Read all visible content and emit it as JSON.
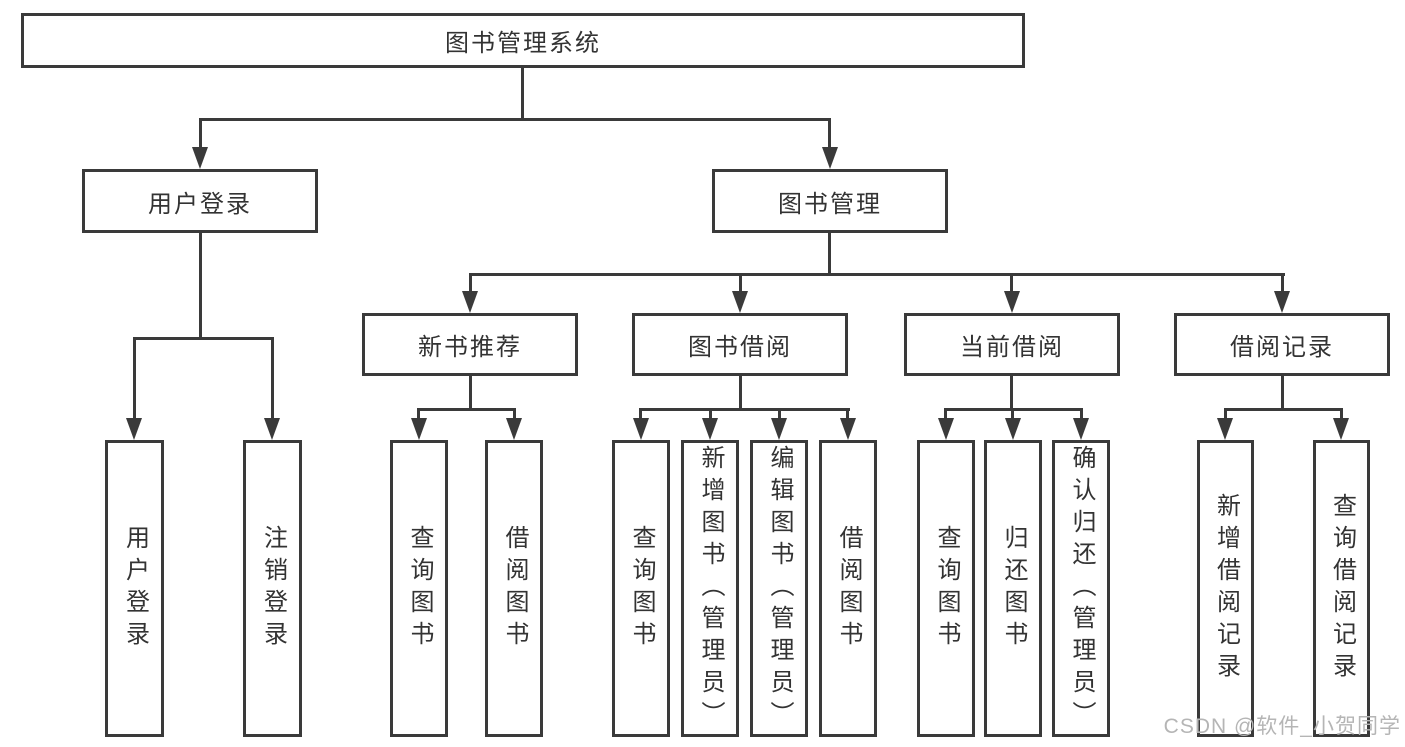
{
  "diagram": {
    "root": {
      "label": "图书管理系统"
    },
    "level2": [
      {
        "id": "user-login",
        "label": "用户登录"
      },
      {
        "id": "book-management",
        "label": "图书管理"
      }
    ],
    "level3": [
      {
        "id": "new-book-recommend",
        "label": "新书推荐"
      },
      {
        "id": "book-borrow",
        "label": "图书借阅"
      },
      {
        "id": "current-borrow",
        "label": "当前借阅"
      },
      {
        "id": "borrow-records",
        "label": "借阅记录"
      }
    ],
    "leaves": {
      "user_login": [
        "用户登录",
        "注销登录"
      ],
      "new_book_recommend": [
        "查询图书",
        "借阅图书"
      ],
      "book_borrow": [
        "查询图书",
        "新增图书（管理员）",
        "编辑图书（管理员）",
        "借阅图书"
      ],
      "current_borrow": [
        "查询图书",
        "归还图书",
        "确认归还（管理员）"
      ],
      "borrow_records": [
        "新增借阅记录",
        "查询借阅记录"
      ]
    },
    "watermark": "CSDN @软件_小贺同学",
    "colors": {
      "line": "#3a3a3a",
      "text": "#333333",
      "watermark": "#b5b5b5",
      "background": "#ffffff"
    }
  }
}
